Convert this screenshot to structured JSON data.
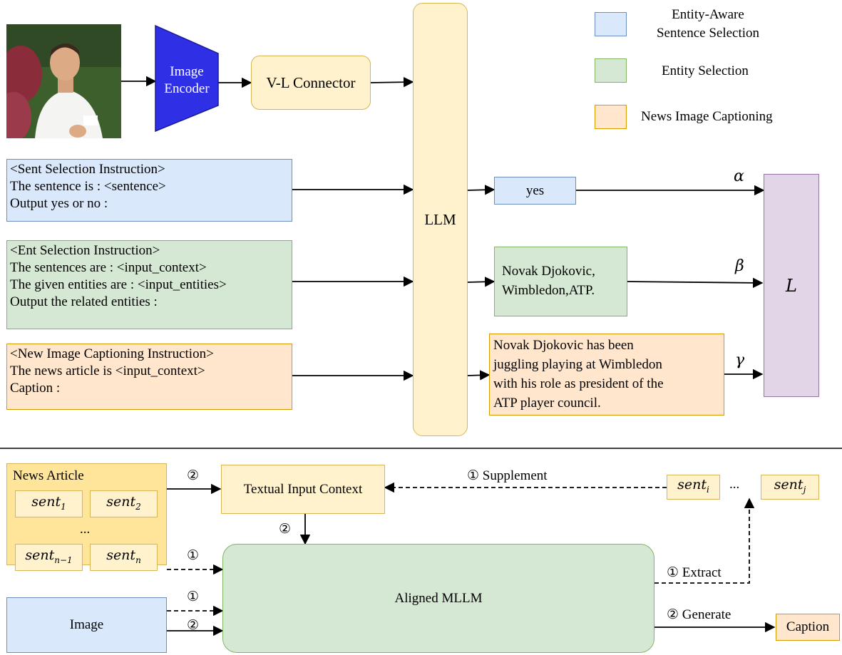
{
  "top": {
    "encoder_label_1": "Image",
    "encoder_label_2": "Encoder",
    "connector_label": "V-L Connector",
    "llm_label": "LLM",
    "legend": [
      {
        "label_lines": [
          "Entity-Aware",
          "Sentence Selection"
        ],
        "color": "#dae8fc"
      },
      {
        "label_lines": [
          "Entity Selection"
        ],
        "color": "#d5e8d4"
      },
      {
        "label_lines": [
          "News Image Captioning"
        ],
        "color": "#ffe6cc"
      }
    ],
    "sent_instruction": [
      "<Sent Selection Instruction>",
      "The sentence is : <sentence>",
      "Output yes or no :"
    ],
    "ent_instruction": [
      "<Ent Selection Instruction>",
      "The sentences are : <input_context>",
      "The given entities are : <input_entities>",
      "Output the related entities :"
    ],
    "cap_instruction": [
      "<New Image Captioning Instruction>",
      "The news article is <input_context>",
      "Caption :"
    ],
    "out_yes": "yes",
    "out_entities": [
      "Novak Djokovic,",
      "Wimbledon,ATP."
    ],
    "out_caption": [
      "Novak Djokovic has been",
      "juggling playing at Wimbledon",
      "with his role as president of the",
      "ATP player council."
    ],
    "alpha": "α",
    "beta": "β",
    "gamma": "γ",
    "loss": "L"
  },
  "bottom": {
    "news_article": "News Article",
    "sent": "sent",
    "sub1": "1",
    "sub2": "2",
    "subn1": "n−1",
    "subn": "n",
    "subi": "i",
    "subj": "j",
    "ellipsis": "...",
    "textual_context": "Textual Input Context",
    "aligned_mllm": "Aligned MLLM",
    "image": "Image",
    "caption": "Caption",
    "step1": "①",
    "step2": "②",
    "supplement": "Supplement",
    "extract": "Extract",
    "generate": "Generate"
  }
}
